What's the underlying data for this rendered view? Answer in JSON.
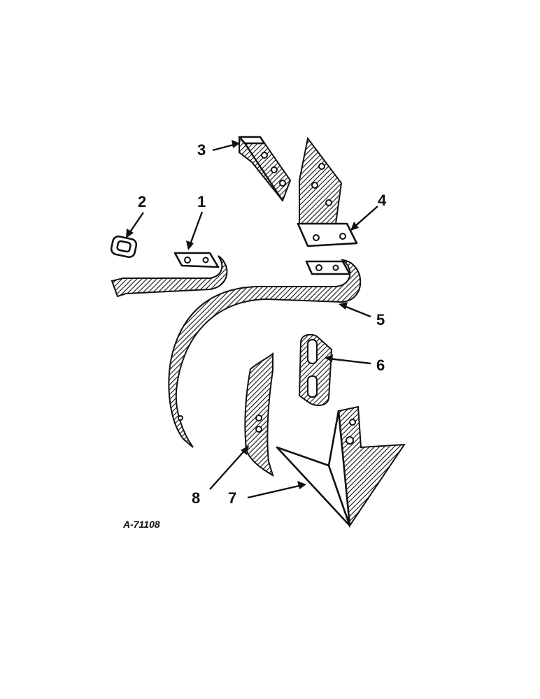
{
  "figure_id": "A-71108",
  "parts": [
    {
      "number": "1",
      "icon": "shank-bracket-icon"
    },
    {
      "number": "2",
      "icon": "washer-icon"
    },
    {
      "number": "3",
      "icon": "clamp-plate-icon"
    },
    {
      "number": "4",
      "icon": "angle-bracket-icon"
    },
    {
      "number": "5",
      "icon": "spring-shank-icon"
    },
    {
      "number": "6",
      "icon": "slotted-plate-icon"
    },
    {
      "number": "7",
      "icon": "sweep-shovel-icon"
    },
    {
      "number": "8",
      "icon": "point-shovel-icon"
    }
  ],
  "colors": {
    "ink": "#111111",
    "paper": "#ffffff"
  }
}
